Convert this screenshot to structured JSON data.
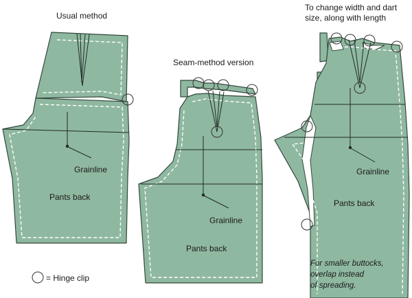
{
  "panels": {
    "usual": {
      "title": "Usual method",
      "grainline": "Grainline",
      "piece_label": "Pants back"
    },
    "seam": {
      "title": "Seam-method version",
      "grainline": "Grainline",
      "piece_label": "Pants back"
    },
    "change": {
      "title_line1": "To change width and dart",
      "title_line2": "size, along with length",
      "grainline": "Grainline",
      "piece_label": "Pants back"
    }
  },
  "legend": {
    "label": "= Hinge clip"
  },
  "note": {
    "line1": "For smaller buttocks,",
    "line2": "overlap instead",
    "line3": "of spreading."
  },
  "colors": {
    "piece_fill": "#8fb8a0",
    "outline": "#33473b"
  }
}
